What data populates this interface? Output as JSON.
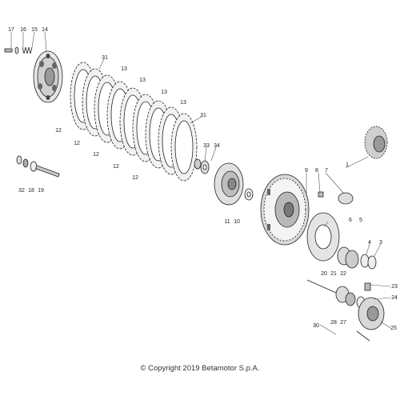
{
  "diagram": {
    "callouts": [
      {
        "id": "c17",
        "text": "17"
      },
      {
        "id": "c16",
        "text": "16"
      },
      {
        "id": "c15",
        "text": "15"
      },
      {
        "id": "c14",
        "text": "14"
      },
      {
        "id": "c31a",
        "text": "31"
      },
      {
        "id": "c13a",
        "text": "13"
      },
      {
        "id": "c13b",
        "text": "13"
      },
      {
        "id": "c13c",
        "text": "13"
      },
      {
        "id": "c13d",
        "text": "13"
      },
      {
        "id": "c31b",
        "text": "31"
      },
      {
        "id": "c12a",
        "text": "12"
      },
      {
        "id": "c12b",
        "text": "12"
      },
      {
        "id": "c12c",
        "text": "12"
      },
      {
        "id": "c12d",
        "text": "12"
      },
      {
        "id": "c12e",
        "text": "12"
      },
      {
        "id": "c33",
        "text": "33"
      },
      {
        "id": "c34",
        "text": "34"
      },
      {
        "id": "c32",
        "text": "32"
      },
      {
        "id": "c18",
        "text": "18"
      },
      {
        "id": "c19",
        "text": "19"
      },
      {
        "id": "c9",
        "text": "9"
      },
      {
        "id": "c8",
        "text": "8"
      },
      {
        "id": "c7",
        "text": "7"
      },
      {
        "id": "c1",
        "text": "1"
      },
      {
        "id": "c11",
        "text": "11"
      },
      {
        "id": "c10",
        "text": "10"
      },
      {
        "id": "c6",
        "text": "6"
      },
      {
        "id": "c5",
        "text": "5"
      },
      {
        "id": "c4",
        "text": "4"
      },
      {
        "id": "c3",
        "text": "3"
      },
      {
        "id": "c20",
        "text": "20"
      },
      {
        "id": "c21",
        "text": "21"
      },
      {
        "id": "c22",
        "text": "22"
      },
      {
        "id": "c23",
        "text": "23"
      },
      {
        "id": "c24",
        "text": "24"
      },
      {
        "id": "c28",
        "text": "28"
      },
      {
        "id": "c27",
        "text": "27"
      },
      {
        "id": "c30",
        "text": "30"
      },
      {
        "id": "c25",
        "text": "25"
      }
    ]
  },
  "footer": {
    "copyright": "© Copyright 2019 Betamotor S.p.A."
  }
}
